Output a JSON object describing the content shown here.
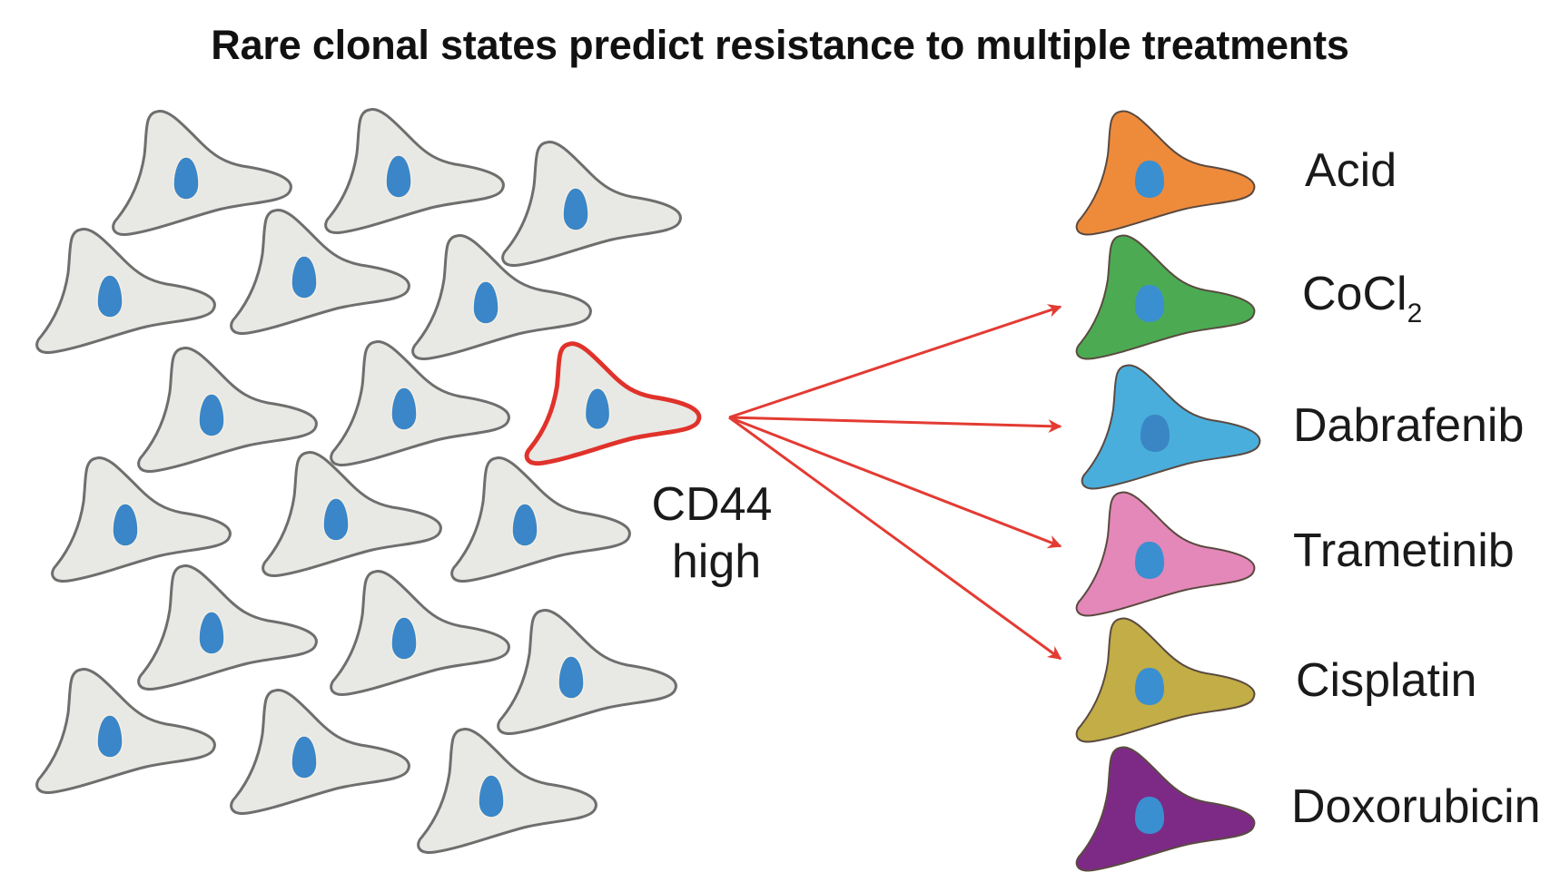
{
  "title": "Rare clonal states predict resistance to multiple treatments",
  "population": {
    "cell_count": 18,
    "cell_color": "#e8e8e4",
    "cell_outline": "#6e6e6e",
    "nucleus_color": "#3a86c8"
  },
  "selected_cell": {
    "label_line1": "CD44",
    "label_line2": "high",
    "outline_color": "#e0322b"
  },
  "arrows": {
    "color": "#e33b33",
    "count": 4
  },
  "treatments": [
    {
      "name": "Acid",
      "color": "#ee8b3b",
      "nucleus_color": "#3a8fd0"
    },
    {
      "name": "CoCl",
      "subscript": "2",
      "color": "#4cab52",
      "nucleus_color": "#3a8fd0"
    },
    {
      "name": "Dabrafenib",
      "color": "#4aaedc",
      "nucleus_color": "#3a86c4"
    },
    {
      "name": "Trametinib",
      "color": "#e487b9",
      "nucleus_color": "#3a8fd0"
    },
    {
      "name": "Cisplatin",
      "color": "#c2ad46",
      "nucleus_color": "#3a8fd0"
    },
    {
      "name": "Doxorubicin",
      "color": "#7d2a87",
      "nucleus_color": "#3a8fd0"
    }
  ]
}
